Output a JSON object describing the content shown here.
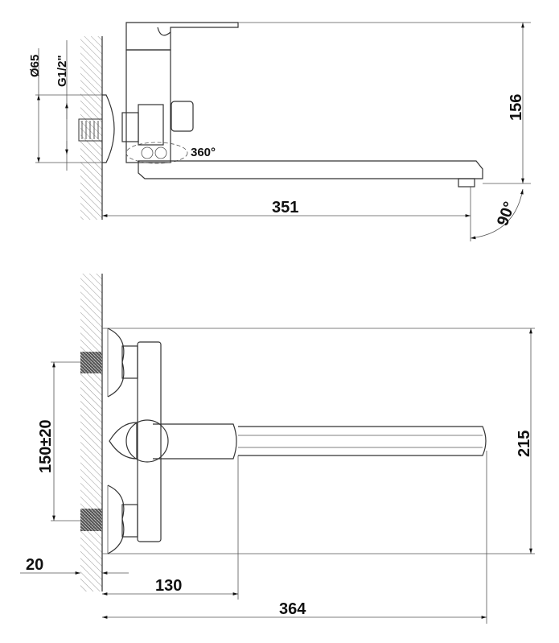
{
  "top_view": {
    "diameter_label": "Ø65",
    "thread_label": "G1/2\"",
    "rotation_label": "360°",
    "height_label": "156",
    "spout_length_label": "351",
    "angle_label": "90°"
  },
  "front_view": {
    "spacing_label": "150±20",
    "height_label": "215",
    "wall_offset_label": "20",
    "body_length_label": "130",
    "total_length_label": "364"
  }
}
